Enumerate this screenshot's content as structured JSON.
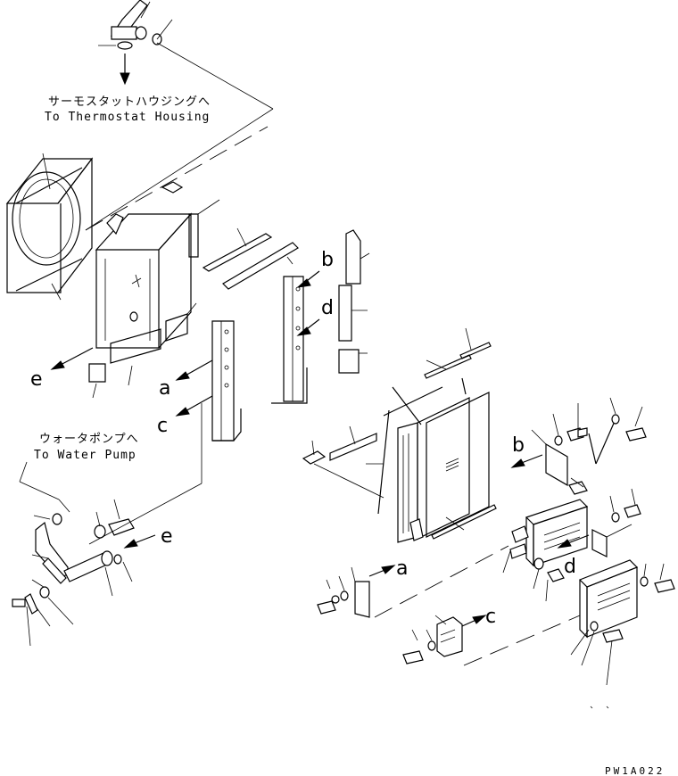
{
  "labels": {
    "thermostat_jp": "サーモスタットハウジングへ",
    "thermostat_en": "To Thermostat Housing",
    "water_pump_jp": "ウォータポンプへ",
    "water_pump_en": "To Water Pump"
  },
  "letters": {
    "a": "a",
    "b": "b",
    "c": "c",
    "d": "d",
    "e": "e"
  },
  "drawing_code": "PW1A022"
}
